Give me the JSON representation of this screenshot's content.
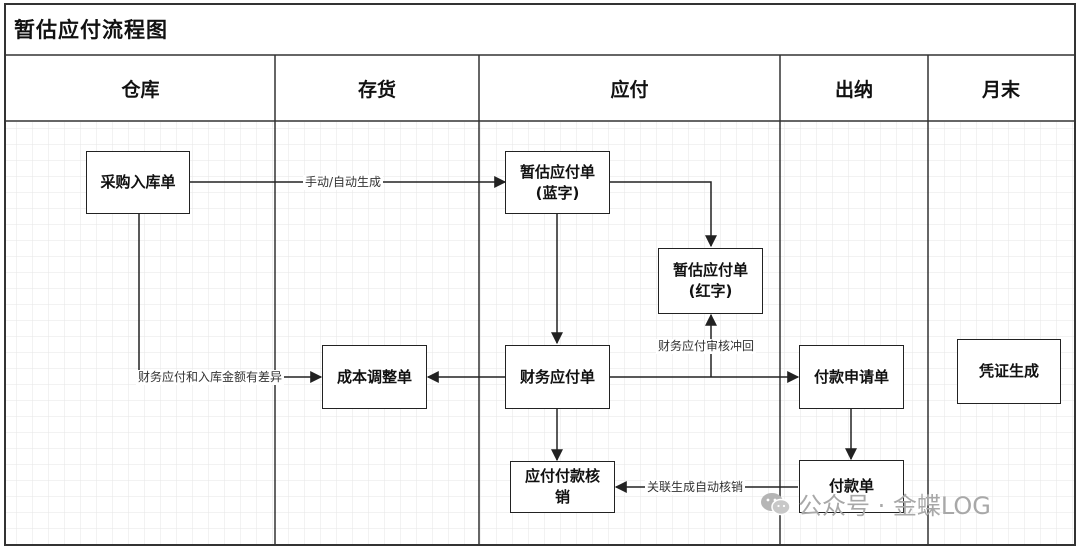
{
  "title": "暂估应付流程图",
  "lanes": [
    "仓库",
    "存货",
    "应付",
    "出纳",
    "月末"
  ],
  "nodes": {
    "purchase_receipt": "采购入库单",
    "est_payable_blue": [
      "暂估应付单",
      "(蓝字)"
    ],
    "est_payable_red": [
      "暂估应付单",
      "(红字)"
    ],
    "cost_adjust": "成本调整单",
    "finance_payable": "财务应付单",
    "payment_request": "付款申请单",
    "payable_payment_writeoff": [
      "应付付款核",
      "销"
    ],
    "payment": "付款单",
    "voucher": "凭证生成"
  },
  "edge_labels": {
    "auto_generate": "手动/自动生成",
    "amount_diff": "财务应付和入库金额有差异",
    "audit_offset": "财务应付审核冲回",
    "link_writeoff": "关联生成自动核销"
  },
  "watermark": "公众号 · 金蝶LOG",
  "colors": {
    "line": "#222222",
    "grid": "#e6e6e6",
    "border": "#333333"
  }
}
